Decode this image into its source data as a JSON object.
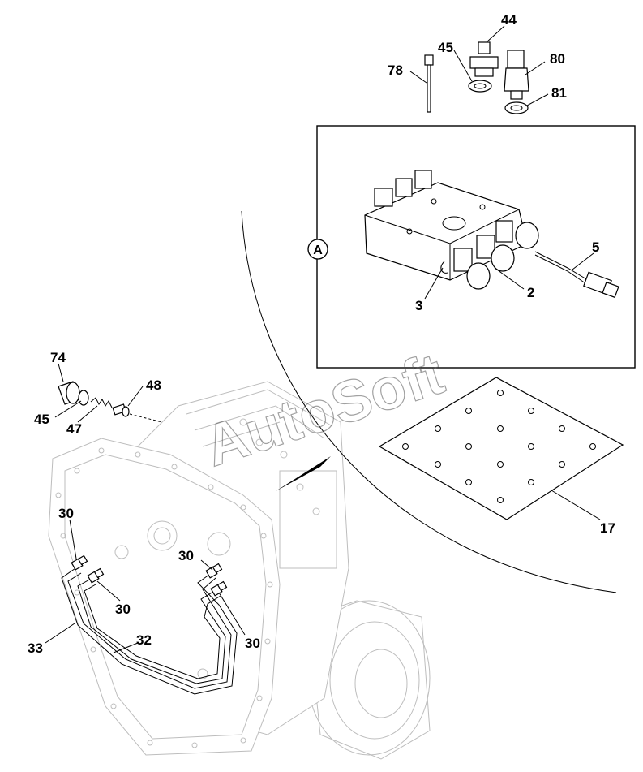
{
  "watermark": "AutoSoft",
  "detail_label": "A",
  "callouts": {
    "c44": "44",
    "c45_top": "45",
    "c78": "78",
    "c80": "80",
    "c81": "81",
    "c5": "5",
    "c2": "2",
    "c3": "3",
    "c74": "74",
    "c48": "48",
    "c45_left": "45",
    "c47": "47",
    "c17": "17",
    "c30_a": "30",
    "c30_b": "30",
    "c30_c": "30",
    "c30_d": "30",
    "c33": "33",
    "c32": "32"
  }
}
